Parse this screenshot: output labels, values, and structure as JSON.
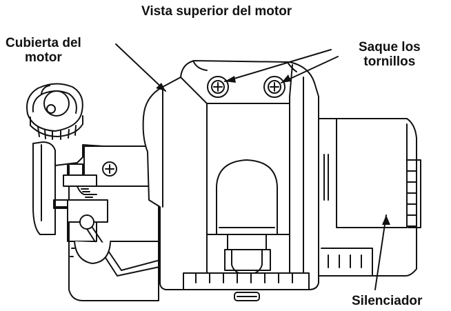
{
  "diagram": {
    "title": "Vista superior del motor",
    "labels": {
      "engine_cover": [
        "Cubierta del",
        "motor"
      ],
      "remove_screws": [
        "Saque los",
        "tornillos"
      ],
      "muffler": "Silenciador"
    }
  },
  "colors": {
    "line": "#111111",
    "background": "#ffffff",
    "shade": "#d9d9d9"
  }
}
